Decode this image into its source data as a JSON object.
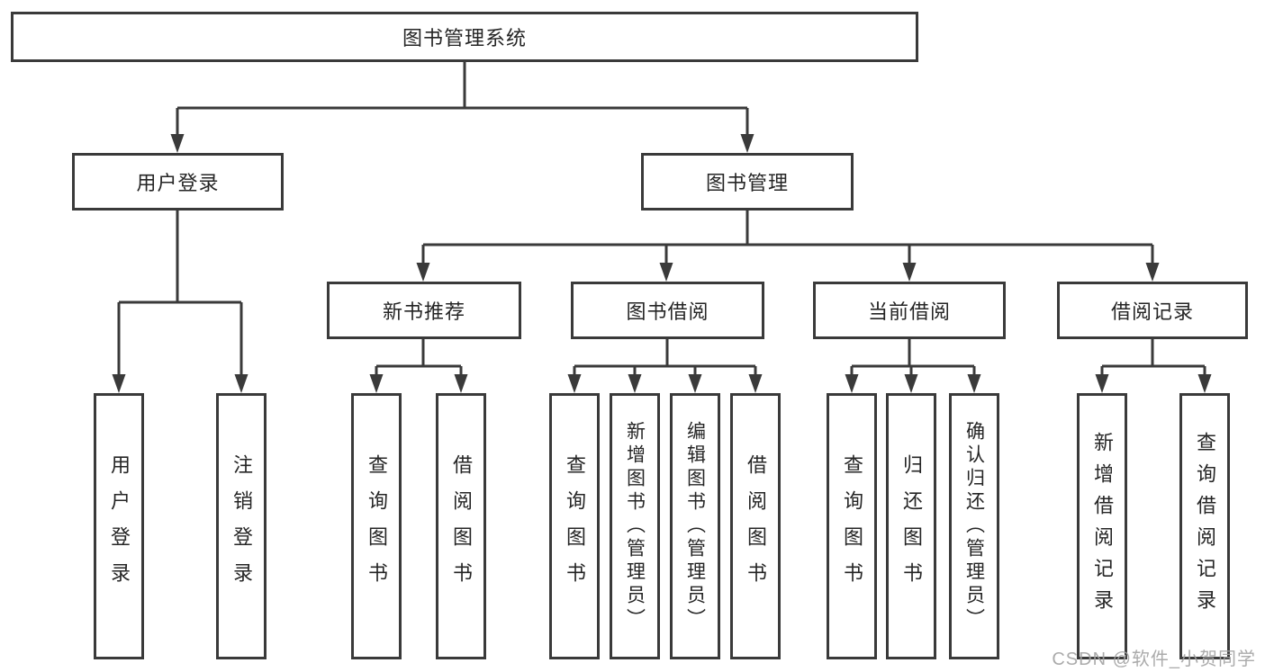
{
  "colors": {
    "line": "#3a3a3a",
    "box_border": "#3a3a3a",
    "text": "#252525",
    "watermark": "#a3a3a3",
    "background": "#ffffff"
  },
  "tree": {
    "label": "图书管理系统",
    "children": [
      {
        "label": "用户登录",
        "children": [
          {
            "label": "用户登录"
          },
          {
            "label": "注销登录"
          }
        ]
      },
      {
        "label": "图书管理",
        "children": [
          {
            "label": "新书推荐",
            "children": [
              {
                "label": "查询图书"
              },
              {
                "label": "借阅图书"
              }
            ]
          },
          {
            "label": "图书借阅",
            "children": [
              {
                "label": "查询图书"
              },
              {
                "label": "新增图书（管理员）"
              },
              {
                "label": "编辑图书（管理员）"
              },
              {
                "label": "借阅图书"
              }
            ]
          },
          {
            "label": "当前借阅",
            "children": [
              {
                "label": "查询图书"
              },
              {
                "label": "归还图书"
              },
              {
                "label": "确认归还（管理员）"
              }
            ]
          },
          {
            "label": "借阅记录",
            "children": [
              {
                "label": "新增借阅记录"
              },
              {
                "label": "查询借阅记录"
              }
            ]
          }
        ]
      }
    ]
  },
  "watermark": "CSDN @软件_小贺同学"
}
